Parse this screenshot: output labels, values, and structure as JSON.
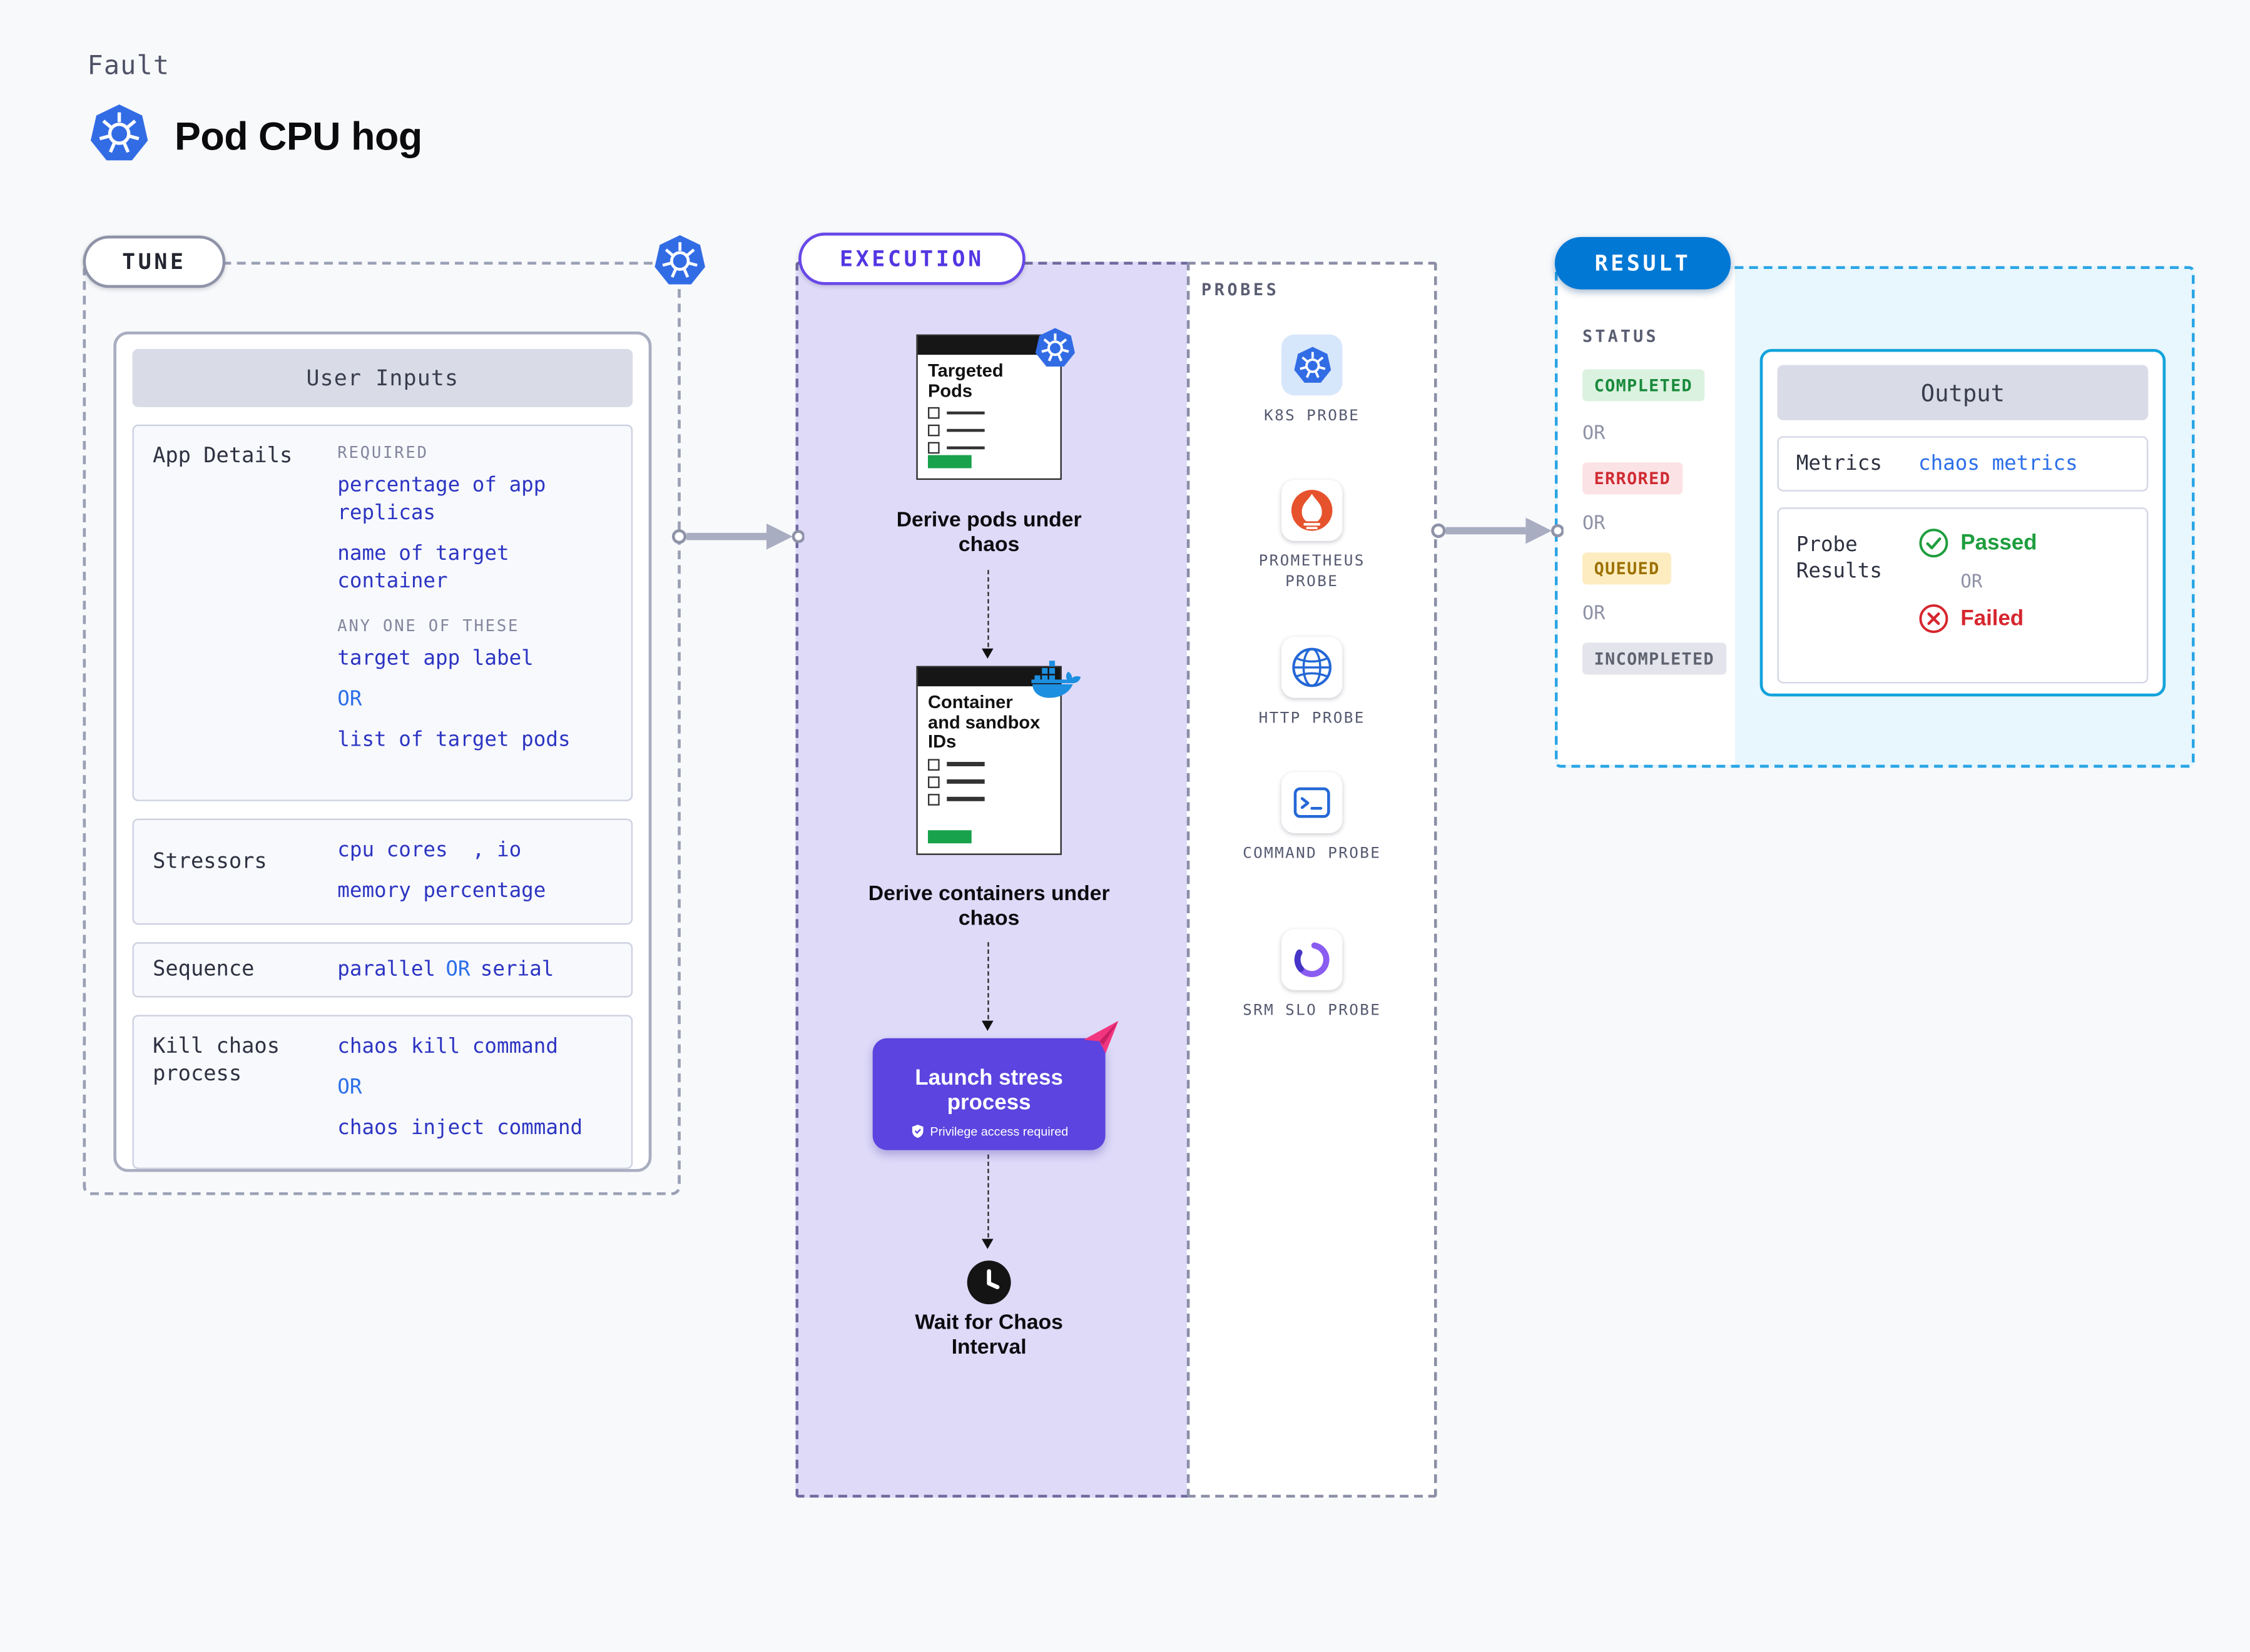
{
  "header": {
    "eyebrow": "Fault",
    "title": "Pod CPU hog"
  },
  "tune": {
    "label": "TUNE",
    "card": {
      "title": "User Inputs",
      "app_details": {
        "label": "App Details",
        "required_heading": "REQUIRED",
        "required_item_1": "percentage of app replicas",
        "required_item_2": "name of target container",
        "any_one_heading": "ANY ONE OF THESE",
        "option_1": "target app label",
        "or": "OR",
        "option_2": "list of target pods"
      },
      "stressors": {
        "label": "Stressors",
        "value_line_1": "cpu cores  , io",
        "value_line_2": "memory percentage"
      },
      "sequence": {
        "label": "Sequence",
        "value_1": "parallel",
        "or": "OR",
        "value_2": "serial"
      },
      "kill_chaos": {
        "label": "Kill chaos process",
        "value_1": "chaos kill command",
        "or": "OR",
        "value_2": "chaos inject command"
      }
    }
  },
  "execution": {
    "label": "EXECUTION",
    "doc1_title": "Targeted Pods",
    "step1_caption": "Derive pods under chaos",
    "doc2_title": "Container and sandbox IDs",
    "step2_caption": "Derive containers under chaos",
    "launch_button": {
      "title": "Launch stress process",
      "subtitle": "Privilege access required"
    },
    "wait_caption": "Wait for Chaos Interval"
  },
  "probes": {
    "label": "PROBES",
    "items": [
      {
        "name": "K8S PROBE",
        "icon": "kubernetes-icon"
      },
      {
        "name": "PROMETHEUS PROBE",
        "icon": "prometheus-flame-icon"
      },
      {
        "name": "HTTP PROBE",
        "icon": "globe-icon"
      },
      {
        "name": "COMMAND PROBE",
        "icon": "terminal-icon"
      },
      {
        "name": "SRM SLO PROBE",
        "icon": "srm-swirl-icon"
      }
    ]
  },
  "result": {
    "label": "RESULT",
    "status_heading": "STATUS",
    "statuses": [
      "COMPLETED",
      "ERRORED",
      "QUEUED",
      "INCOMPLETED"
    ],
    "or": "OR",
    "output": {
      "title": "Output",
      "metrics_label": "Metrics",
      "metrics_value": "chaos metrics",
      "probe_results_label": "Probe Results",
      "passed_label": "Passed",
      "or": "OR",
      "failed_label": "Failed"
    }
  },
  "colors": {
    "kubernetes_blue": "#326ce5",
    "execution_purple": "#5b44df",
    "result_blue": "#0278d5",
    "success_green": "#1e9e3e",
    "error_red": "#d6262e",
    "warning_amber": "#9c7100",
    "link_blue": "#2b6fe8",
    "value_indigo": "#2c35c2",
    "prometheus_orange": "#e6522c",
    "chaos_pink": "#f2357f"
  }
}
